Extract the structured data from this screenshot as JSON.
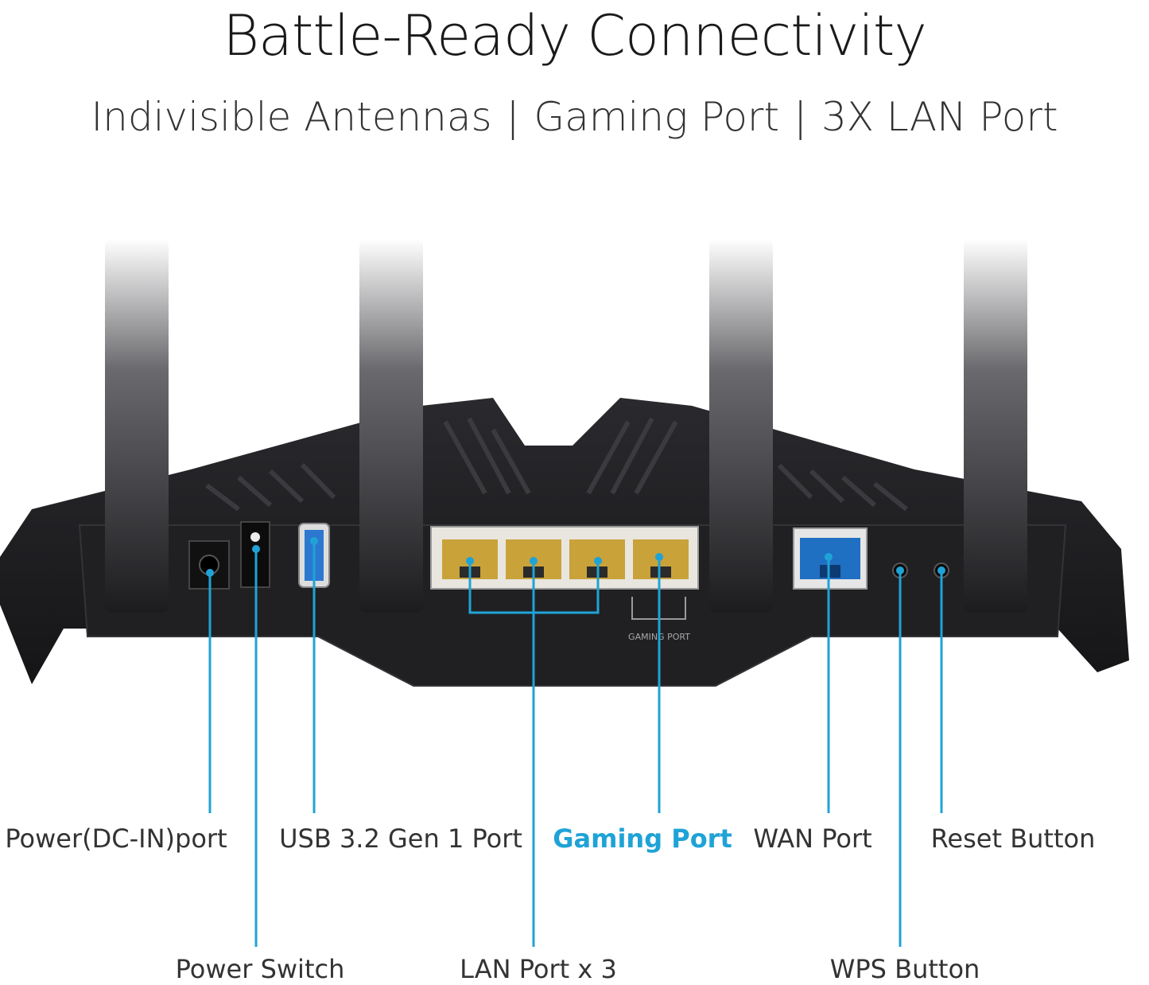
{
  "title": "Battle-Ready Connectivity",
  "subtitle": {
    "item1": "Indivisible Antennas",
    "sep": "|",
    "item2": "Gaming Port",
    "item3": "3X LAN Port"
  },
  "router_marks": {
    "gaming_port_mark": "GAMING PORT"
  },
  "callouts": {
    "power_dc": "Power(DC-IN)port",
    "power_switch": "Power Switch",
    "usb": "USB 3.2 Gen 1 Port",
    "lan": "LAN Port x 3",
    "gaming": "Gaming Port",
    "wan": "WAN Port",
    "wps": "WPS Button",
    "reset": "Reset Button"
  },
  "colors": {
    "callout_line": "#1fa3d6",
    "accent_text": "#1fa3d6",
    "router_body": "#1b1b1e",
    "lan_port": "#c9a23a",
    "wan_port": "#1f6fc2"
  }
}
